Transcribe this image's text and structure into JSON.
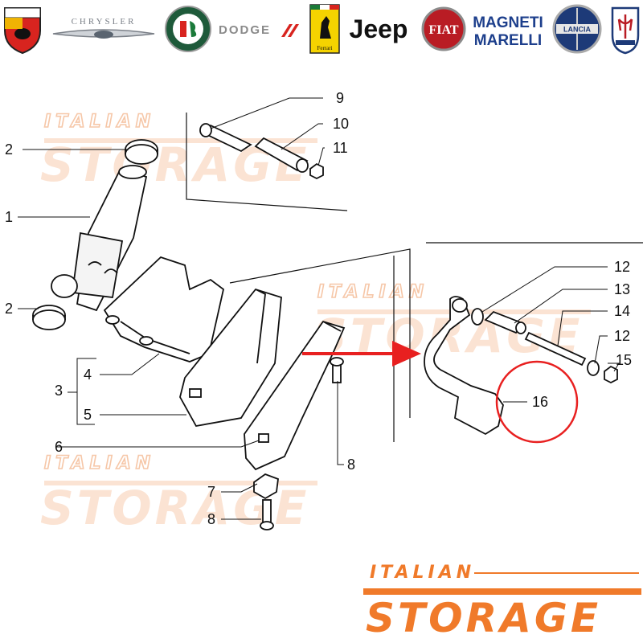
{
  "brands": [
    {
      "id": "abarth",
      "text": "ABARTH"
    },
    {
      "id": "chrysler",
      "text": "CHRYSLER"
    },
    {
      "id": "alfa-romeo",
      "text": "ALFA ROMEO"
    },
    {
      "id": "dodge",
      "text": "DODGE"
    },
    {
      "id": "ferrari",
      "text": "Ferrari"
    },
    {
      "id": "jeep",
      "text": "Jeep"
    },
    {
      "id": "fiat",
      "text": "FIAT"
    },
    {
      "id": "magneti-marelli",
      "text": "MAGNETI MARELLI"
    },
    {
      "id": "lancia",
      "text": "LANCIA"
    },
    {
      "id": "maserati",
      "text": "MASERATI"
    }
  ],
  "watermark": {
    "line1": "ITALIAN",
    "line2": "STORAGE"
  },
  "callouts": {
    "c1": "1",
    "c2a": "2",
    "c2b": "2",
    "c3": "3",
    "c4": "4",
    "c5": "5",
    "c6": "6",
    "c7": "7",
    "c8a": "8",
    "c8b": "8",
    "c9": "9",
    "c10": "10",
    "c11": "11",
    "c12a": "12",
    "c13": "13",
    "c14": "14",
    "c12b": "12",
    "c15": "15",
    "c16": "16"
  },
  "colors": {
    "accent": "#f07a2a",
    "highlight": "#e82020",
    "line": "#111111"
  }
}
